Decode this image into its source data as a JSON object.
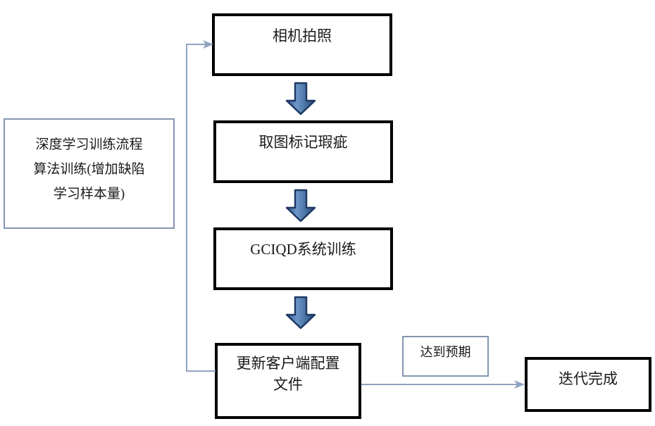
{
  "diagram": {
    "title": "深度学习训练流程",
    "nodes": {
      "camera": {
        "label": "相机拍照"
      },
      "mark": {
        "label": "取图标记瑕疵"
      },
      "train": {
        "label": "GCIQD系统训练"
      },
      "update": {
        "label": "更新客户端配置\n文件"
      },
      "done": {
        "label": "迭代完成"
      },
      "training_note": {
        "label": "深度学习训练流程\n算法训练(增加缺陷\n学习样本量)"
      },
      "expect": {
        "label": "达到预期"
      }
    },
    "edges": [
      {
        "id": "camera-to-mark",
        "from": "camera",
        "to": "mark",
        "style": "block-arrow",
        "direction": "down"
      },
      {
        "id": "mark-to-train",
        "from": "mark",
        "to": "train",
        "style": "block-arrow",
        "direction": "down"
      },
      {
        "id": "train-to-update",
        "from": "train",
        "to": "update",
        "style": "block-arrow",
        "direction": "down"
      },
      {
        "id": "update-to-camera",
        "from": "update",
        "to": "camera",
        "style": "thin-line",
        "direction": "feedback-loop-left"
      },
      {
        "id": "update-to-done",
        "from": "update",
        "to": "done",
        "style": "thin-line",
        "direction": "right",
        "label": "达到预期"
      }
    ],
    "colors": {
      "arrow_fill": "#4472a8",
      "arrow_fill_light": "#6d97c8",
      "arrow_outline": "#1f3864",
      "connector_line": "#8fa4c0",
      "box_border_thick": "#000000",
      "box_border_thin": "#8496b0",
      "background": "#ffffff",
      "text": "#1a1a1a"
    }
  }
}
